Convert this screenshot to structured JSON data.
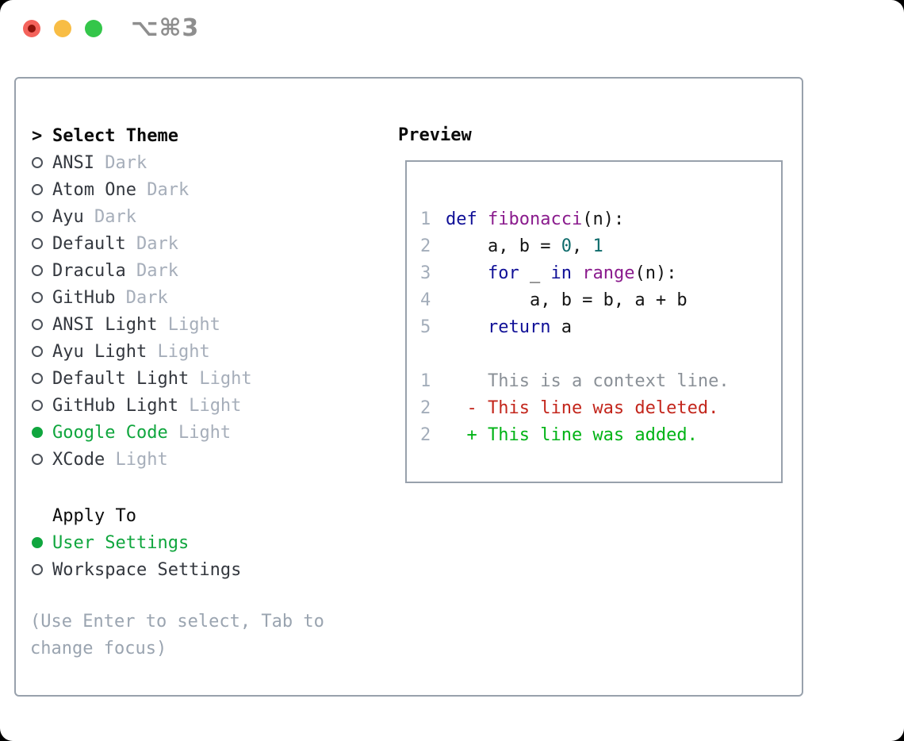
{
  "window": {
    "shortcut": "⌥⌘3"
  },
  "traffic_lights": [
    {
      "name": "close",
      "color": "#f4635c"
    },
    {
      "name": "minimize",
      "color": "#f8bd45"
    },
    {
      "name": "zoom",
      "color": "#34c64a"
    }
  ],
  "theme_panel": {
    "title_prefix": ">",
    "title": "Select Theme",
    "themes": [
      {
        "name": "ANSI",
        "variant": "Dark",
        "selected": false
      },
      {
        "name": "Atom One",
        "variant": "Dark",
        "selected": false
      },
      {
        "name": "Ayu",
        "variant": "Dark",
        "selected": false
      },
      {
        "name": "Default",
        "variant": "Dark",
        "selected": false
      },
      {
        "name": "Dracula",
        "variant": "Dark",
        "selected": false
      },
      {
        "name": "GitHub",
        "variant": "Dark",
        "selected": false
      },
      {
        "name": "ANSI Light",
        "variant": "Light",
        "selected": false
      },
      {
        "name": "Ayu Light",
        "variant": "Light",
        "selected": false
      },
      {
        "name": "Default Light",
        "variant": "Light",
        "selected": false
      },
      {
        "name": "GitHub Light",
        "variant": "Light",
        "selected": false
      },
      {
        "name": "Google Code",
        "variant": "Light",
        "selected": true
      },
      {
        "name": "XCode",
        "variant": "Light",
        "selected": false
      }
    ],
    "apply_to": {
      "title": "Apply To",
      "options": [
        {
          "label": "User Settings",
          "selected": true
        },
        {
          "label": "Workspace Settings",
          "selected": false
        }
      ]
    },
    "hint": "(Use Enter to select, Tab to change focus)"
  },
  "preview": {
    "title": "Preview",
    "code_lines": [
      {
        "num": "1",
        "tokens": [
          {
            "text": "def",
            "type": "keyword"
          },
          {
            "text": " ",
            "type": "plain"
          },
          {
            "text": "fibonacci",
            "type": "function"
          },
          {
            "text": "(n):",
            "type": "plain"
          }
        ]
      },
      {
        "num": "2",
        "tokens": [
          {
            "text": "    a, b = ",
            "type": "plain"
          },
          {
            "text": "0",
            "type": "literal"
          },
          {
            "text": ", ",
            "type": "plain"
          },
          {
            "text": "1",
            "type": "literal"
          }
        ]
      },
      {
        "num": "3",
        "tokens": [
          {
            "text": "    ",
            "type": "plain"
          },
          {
            "text": "for",
            "type": "keyword"
          },
          {
            "text": " _ ",
            "type": "plain"
          },
          {
            "text": "in",
            "type": "keyword"
          },
          {
            "text": " ",
            "type": "plain"
          },
          {
            "text": "range",
            "type": "function"
          },
          {
            "text": "(n):",
            "type": "plain"
          }
        ]
      },
      {
        "num": "4",
        "tokens": [
          {
            "text": "        a, b = b, a + b",
            "type": "plain"
          }
        ]
      },
      {
        "num": "5",
        "tokens": [
          {
            "text": "    ",
            "type": "plain"
          },
          {
            "text": "return",
            "type": "keyword"
          },
          {
            "text": " a",
            "type": "plain"
          }
        ]
      }
    ],
    "diff_lines": [
      {
        "num": "1",
        "kind": "context",
        "text": "    This is a context line."
      },
      {
        "num": "2",
        "kind": "deleted",
        "text": "  - This line was deleted."
      },
      {
        "num": "2",
        "kind": "added",
        "text": "  + This line was added."
      }
    ]
  },
  "colors": {
    "accent_green": "#10a63e",
    "panel_border": "#98a1ac",
    "keyword": "#101097",
    "function_name": "#8a1b8d",
    "literal": "#0e6b6b",
    "line_number": "#a3adba",
    "context_text": "#8a9097",
    "deleted_text": "#c3261c",
    "added_text": "#00b315",
    "muted_variant_text": "#a6aeba",
    "hint_text": "#9aa4b0",
    "traffic_red": "#f4635c",
    "traffic_yellow": "#f8bd45",
    "traffic_green": "#34c64a"
  }
}
